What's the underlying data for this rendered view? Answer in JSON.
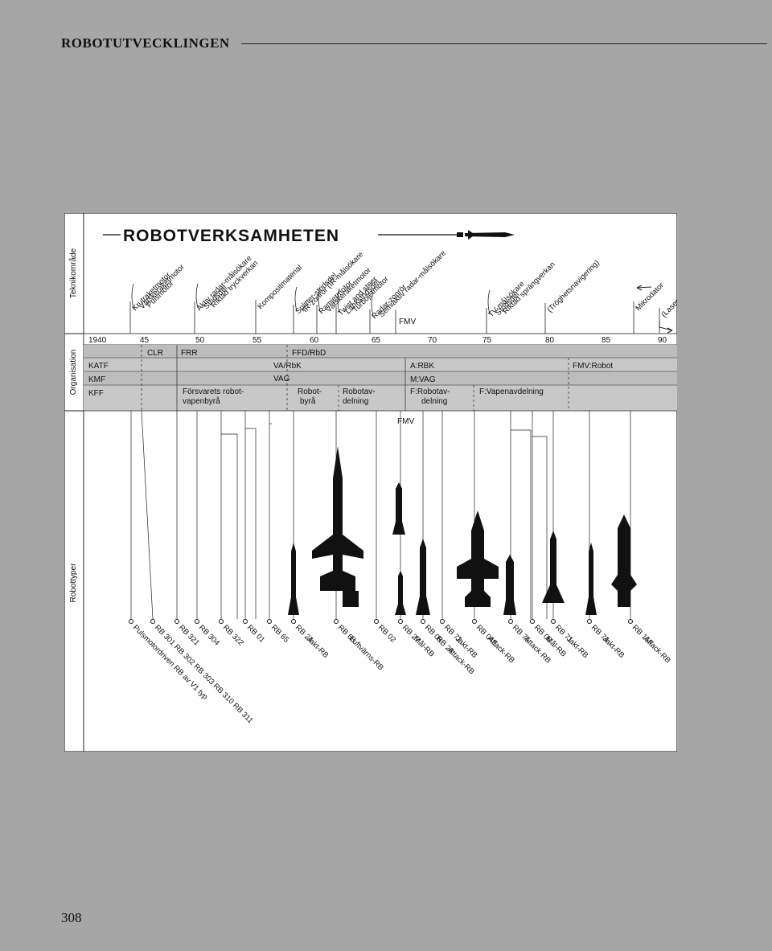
{
  "header": {
    "title": "ROBOTUTVECKLINGEN"
  },
  "page_number": "308",
  "diagram": {
    "title": "ROBOTVERKSAMHETEN",
    "section_labels": {
      "tech": "Teknikområde",
      "org": "Organisation",
      "types": "Robottyper"
    },
    "tech_groups": [
      [
        "Krutraketmotor",
        "Vätskeraketmotor",
        "Pulsmotor"
      ],
      [
        "Aktiv radar-målsökare",
        "Stridsdel",
        "Riktad tryckverkan"
      ],
      [
        "Kompositmaterial"
      ],
      [
        "Splitter-stridsdel",
        "IR-zonrör (IR-målsökare"
      ],
      [
        "Ramjetmotor",
        "Vätskeraketmotor"
      ],
      [
        "Twist and steer",
        "Länkstridsdel",
        "Turbojetmotor"
      ],
      [
        "Radar-zonrör",
        "Semiaktiv radar-målsökare"
      ],
      [
        "TV-målsökare",
        "Stridsdel",
        "Riktad sprängverkan"
      ],
      [
        "(Tröghetsnavigering)"
      ],
      [
        "Mikrodator"
      ],
      [
        "(Lasergyro)"
      ]
    ],
    "fmv_top": "FMV",
    "fmv_bottom": "FMV",
    "years": [
      "1940",
      "45",
      "50",
      "55",
      "60",
      "65",
      "70",
      "75",
      "80",
      "85",
      "90"
    ],
    "org_rows": [
      "KATF",
      "KMF",
      "KFF"
    ],
    "org_labels": {
      "clr": "CLR",
      "frr": "FRR",
      "ffd": "FFD/RbD",
      "varbk": "VA/RbK",
      "vag": "VAG",
      "fv1": "Försvarets robot-",
      "fv2": "vapenbyrå",
      "rb1": "Robot-",
      "rb2": "byrå",
      "rd1": "Robotav-",
      "rd2": "delning",
      "arbk": "A:RBK",
      "mvag": "M:VAG",
      "frd1": "F:Robotav-",
      "frd2": "delning",
      "fvap": "F:Vapenavdelning",
      "fmvrob": "FMV:Robot"
    },
    "robot_types": [
      "Pulsmotordriven RB av V1 typ",
      "RB 301  RB 302  RB 303  RB 310  RB 311",
      "RB 321",
      "RB 304",
      "RB 322",
      "RB 01",
      "RB 65",
      "RB 24",
      "Jakt-RB",
      "RB 68",
      "Luftvärns-RB",
      "RB 02",
      "RB 27",
      "Mål-RB",
      "RB 05",
      "RB 28",
      "Attack-RB",
      "RB 72",
      "Jakt-RB",
      "RB 04E",
      "Attack-RB",
      "RB 75",
      "Attack-RB",
      "RB 06",
      "Mål-RB",
      "RB 71",
      "Jakt-RB",
      "RB 74",
      "Jakt-RB",
      "RB 15F",
      "Attack-RB"
    ]
  }
}
